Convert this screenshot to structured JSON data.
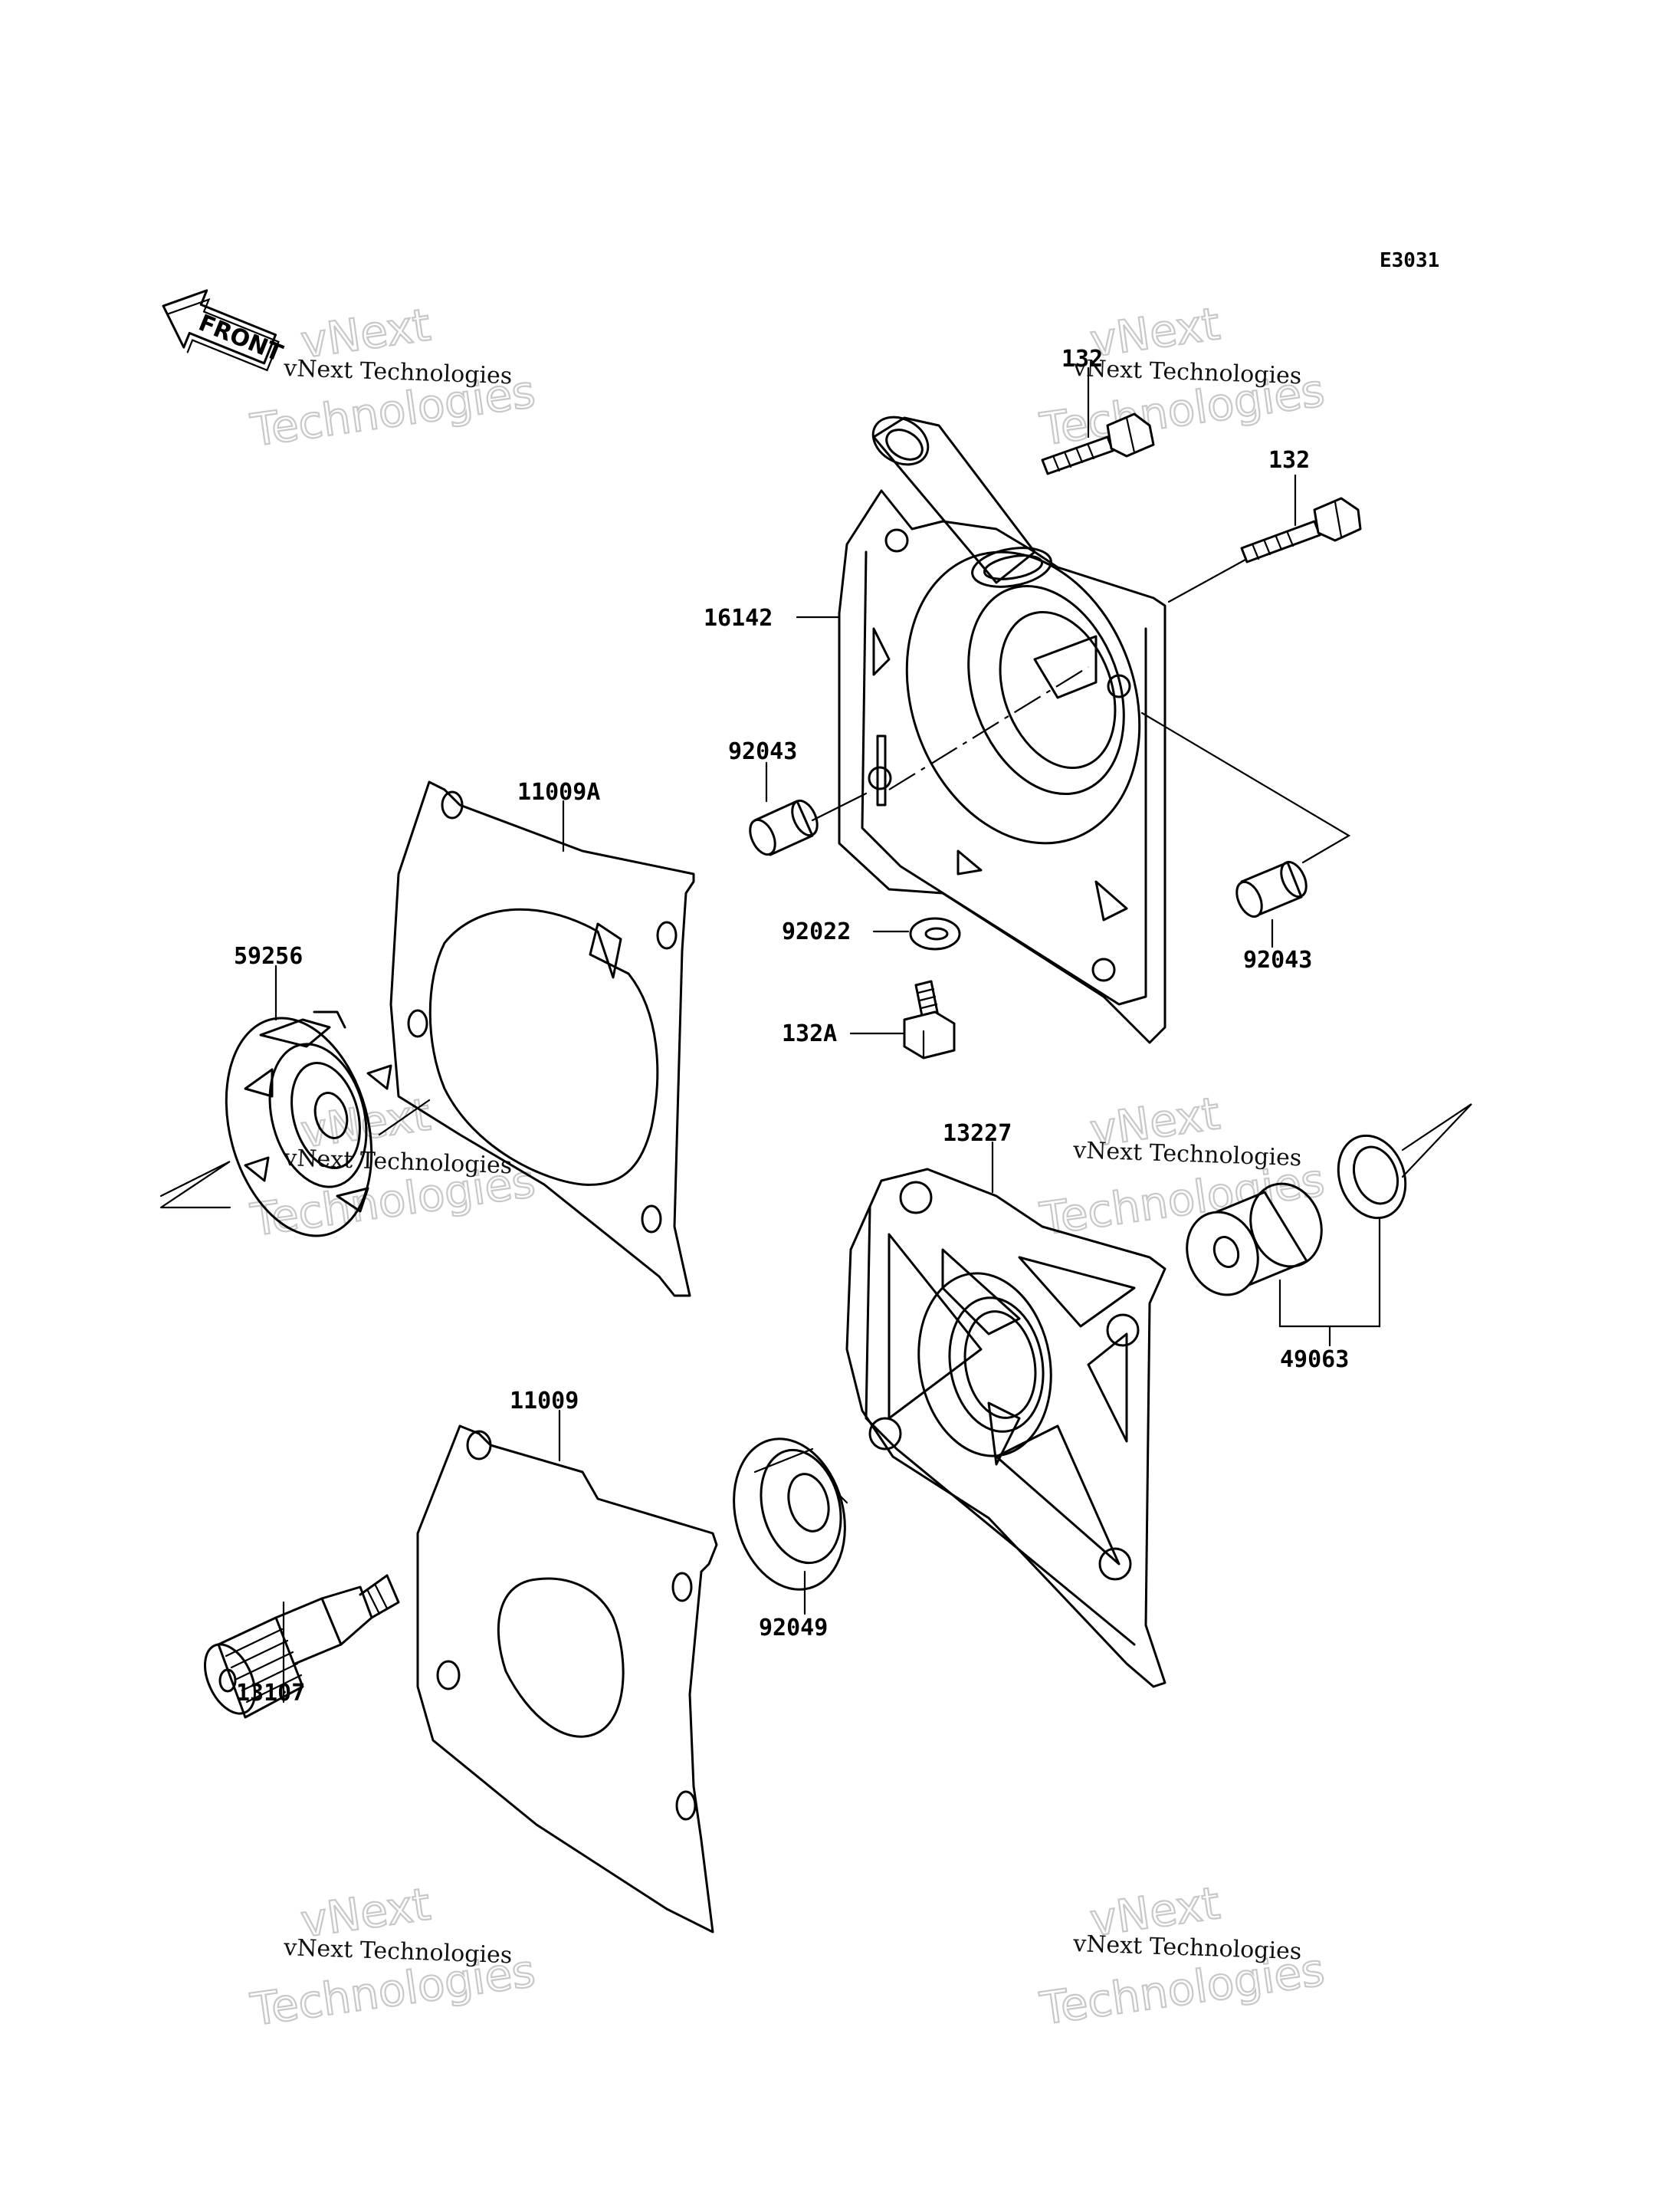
{
  "diagram_code": "E3031",
  "front_arrow_label": "FRONT",
  "watermark": {
    "line1": "vNext",
    "line2": "vNext Technologies",
    "line3": "Technologies"
  },
  "parts": {
    "p132_top": "132",
    "p132_right": "132",
    "p16142": "16142",
    "p92043_left": "92043",
    "p92043_right": "92043",
    "p11009A": "11009A",
    "p92022": "92022",
    "p132A": "132A",
    "p59256": "59256",
    "p13227": "13227",
    "p49063": "49063",
    "p11009": "11009",
    "p92049": "92049",
    "p13107": "13107"
  }
}
